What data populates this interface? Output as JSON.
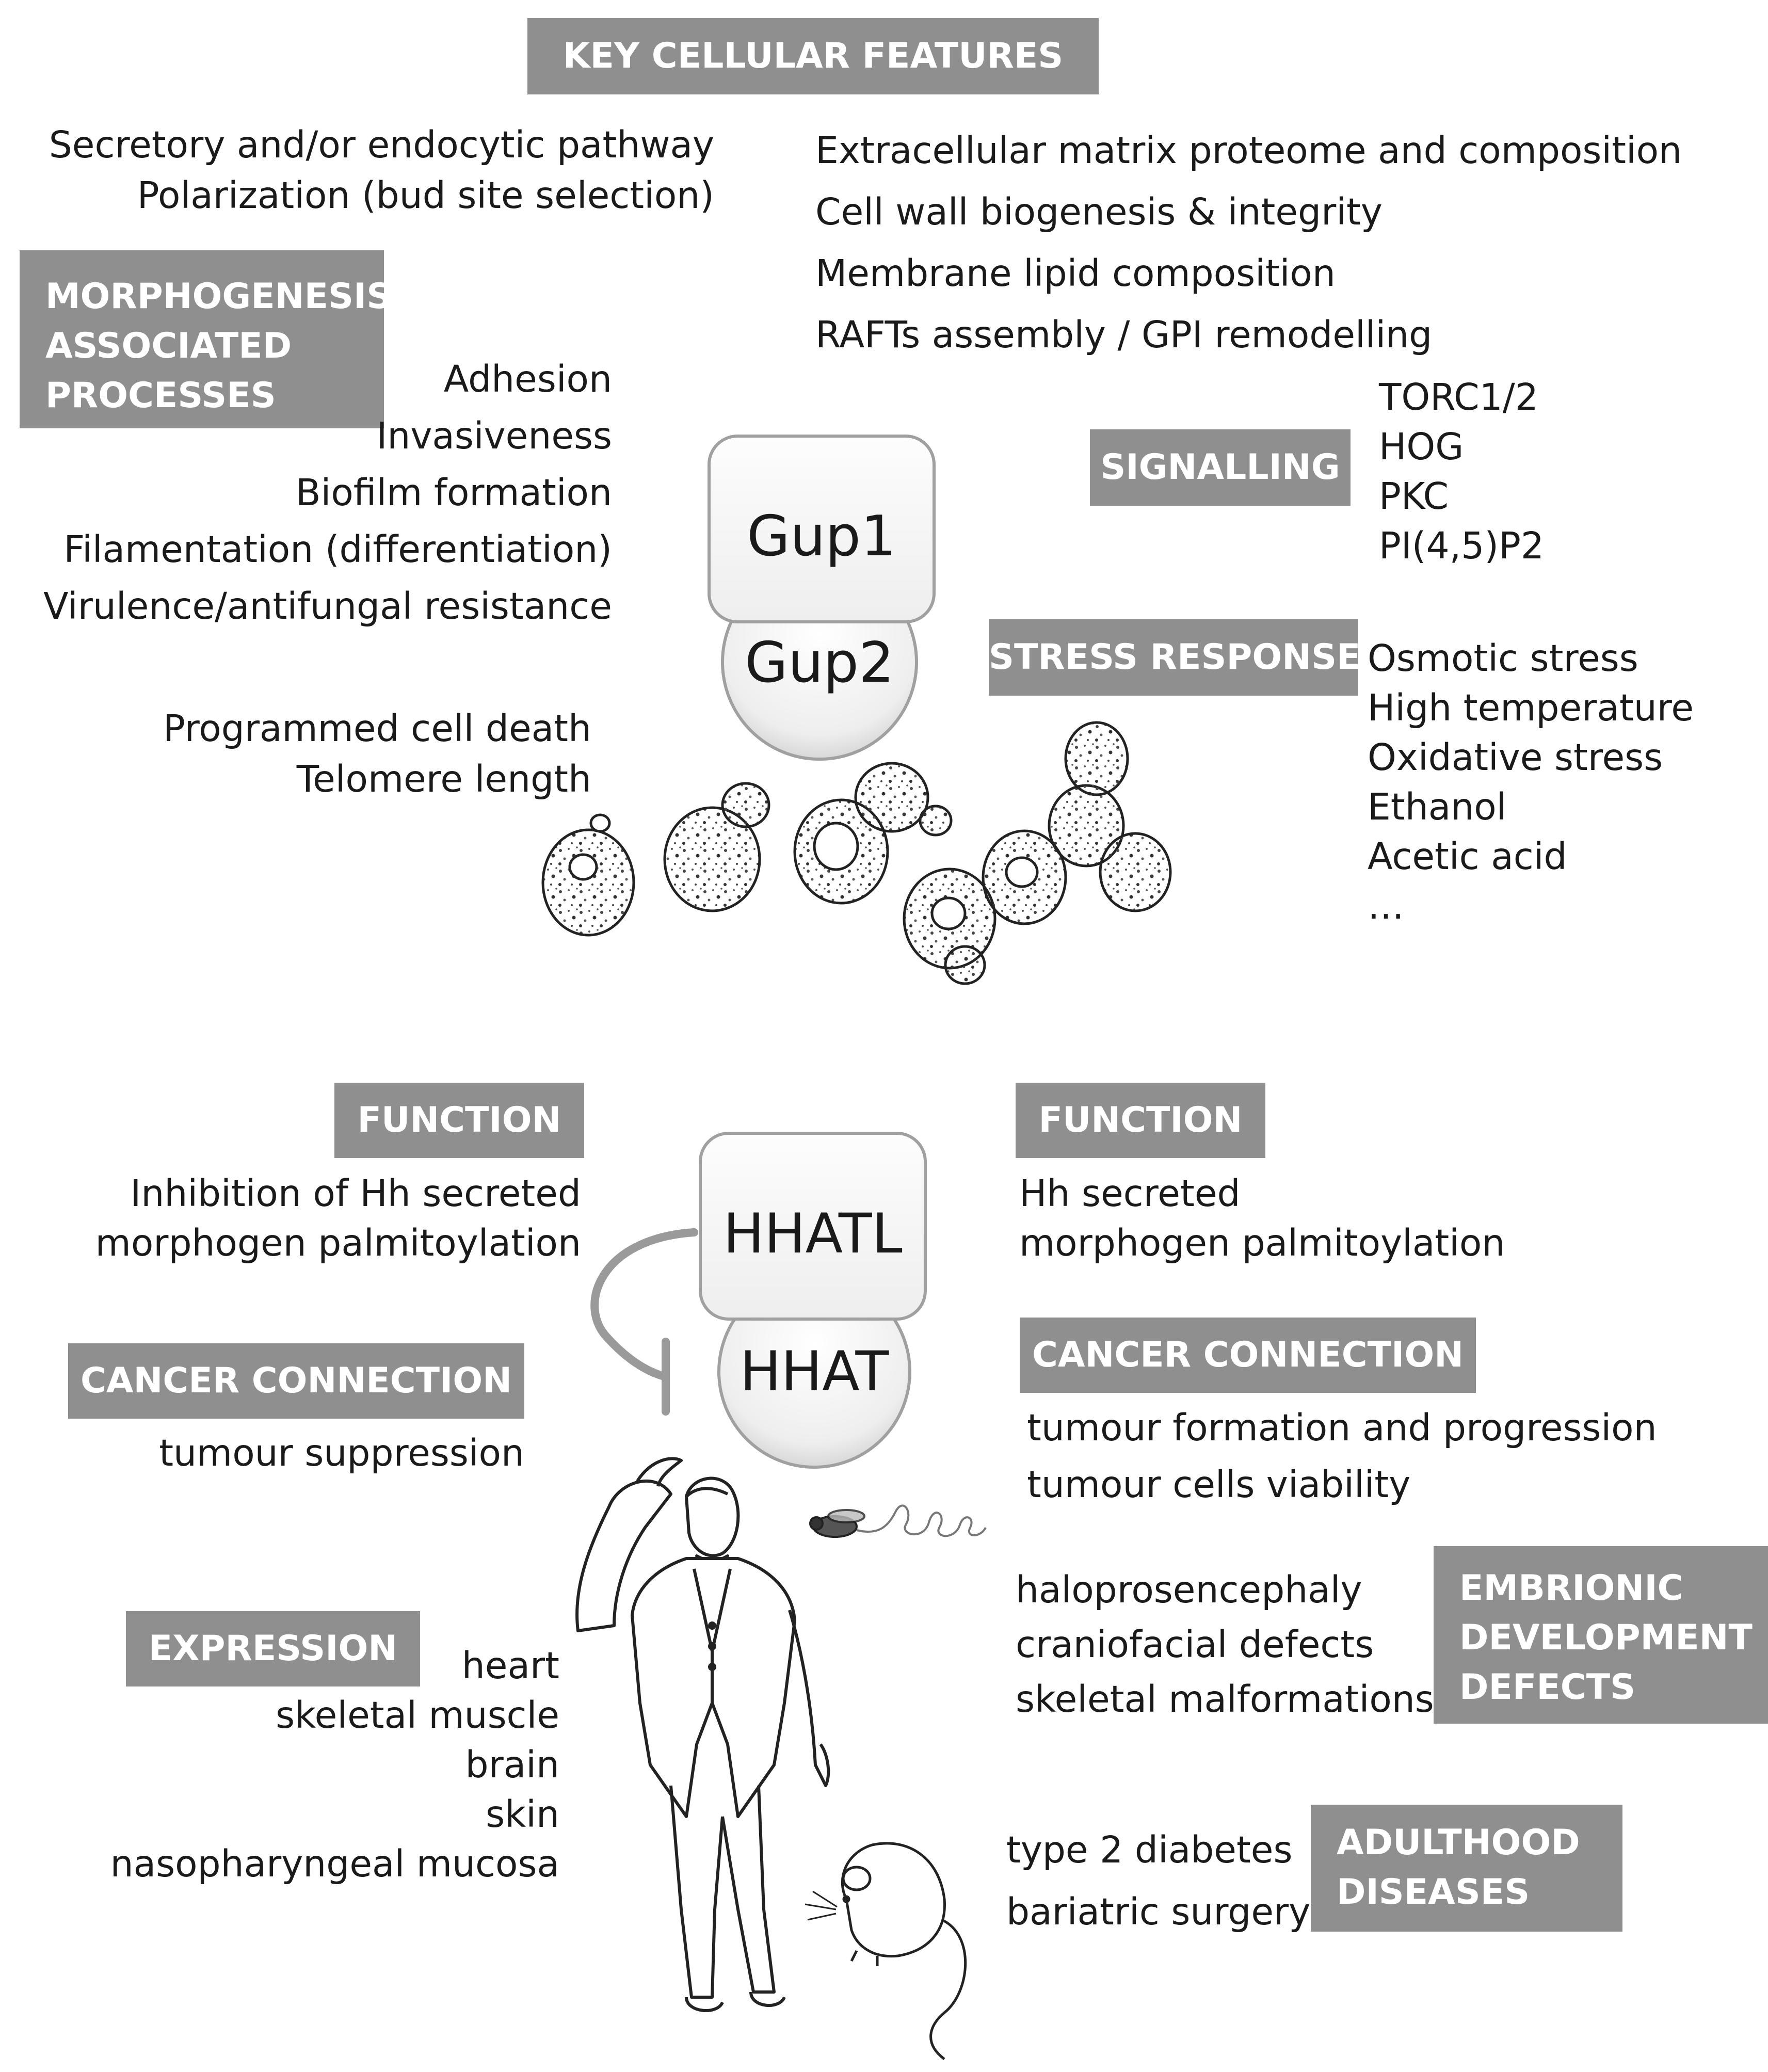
{
  "yeast": {
    "key_features": {
      "title": "KEY CELLULAR FEATURES",
      "left": [
        "Secretory and/or endocytic pathway",
        "Polarization (bud site selection)"
      ],
      "right": [
        "Extracellular matrix proteome and composition",
        "Cell wall biogenesis & integrity",
        "Membrane lipid composition",
        "RAFTs assembly / GPI remodelling"
      ]
    },
    "morphogenesis": {
      "title_lines": [
        "MORPHOGENESIS",
        "ASSOCIATED",
        "PROCESSES"
      ],
      "items": [
        "Adhesion",
        "Invasiveness",
        "Biofilm formation",
        "Filamentation (differentiation)",
        "Virulence/antifungal resistance"
      ]
    },
    "other": [
      "Programmed cell death",
      "Telomere length"
    ],
    "signalling": {
      "title": "SIGNALLING",
      "items": [
        "TORC1/2",
        "HOG",
        "PKC",
        "PI(4,5)P2"
      ]
    },
    "stress": {
      "title": "STRESS RESPONSE",
      "items": [
        "Osmotic stress",
        "High temperature",
        "Oxidative stress",
        "Ethanol",
        "Acetic acid",
        "…"
      ]
    },
    "proteins": {
      "top": "Gup1",
      "bottom": "Gup2"
    }
  },
  "human": {
    "proteins": {
      "top": "HHATL",
      "bottom": "HHAT"
    },
    "function_left": {
      "title": "FUNCTION",
      "lines": [
        "Inhibition of Hh secreted",
        "morphogen palmitoylation"
      ]
    },
    "function_right": {
      "title": "FUNCTION",
      "lines": [
        "Hh secreted",
        "morphogen palmitoylation"
      ]
    },
    "cancer_left": {
      "title": "CANCER CONNECTION",
      "lines": [
        "tumour suppression"
      ]
    },
    "cancer_right": {
      "title": "CANCER CONNECTION",
      "lines": [
        "tumour formation and progression",
        "tumour cells viability"
      ]
    },
    "expression": {
      "title": "EXPRESSION",
      "items": [
        "heart",
        "skeletal muscle",
        "brain",
        "skin",
        "nasopharyngeal mucosa"
      ]
    },
    "embryonic": {
      "title_lines": [
        "EMBRIONIC",
        "DEVELOPMENT",
        "DEFECTS"
      ],
      "items": [
        "haloprosencephaly",
        "craniofacial defects",
        "skeletal malformations"
      ]
    },
    "adulthood": {
      "title_lines": [
        "ADULTHOOD",
        "DISEASES"
      ],
      "items": [
        "type 2 diabetes",
        "bariatric surgery"
      ]
    }
  },
  "colors": {
    "label_box": "#8f8f8f",
    "label_text": "#ffffff",
    "text": "#1a1a1a",
    "shape_fill": "#f3f3f3",
    "shape_stroke": "#9a9a9a"
  },
  "icons": [
    "yeast-cells-illustration",
    "man-figure-illustration",
    "fly-icon",
    "mouse-icon"
  ]
}
